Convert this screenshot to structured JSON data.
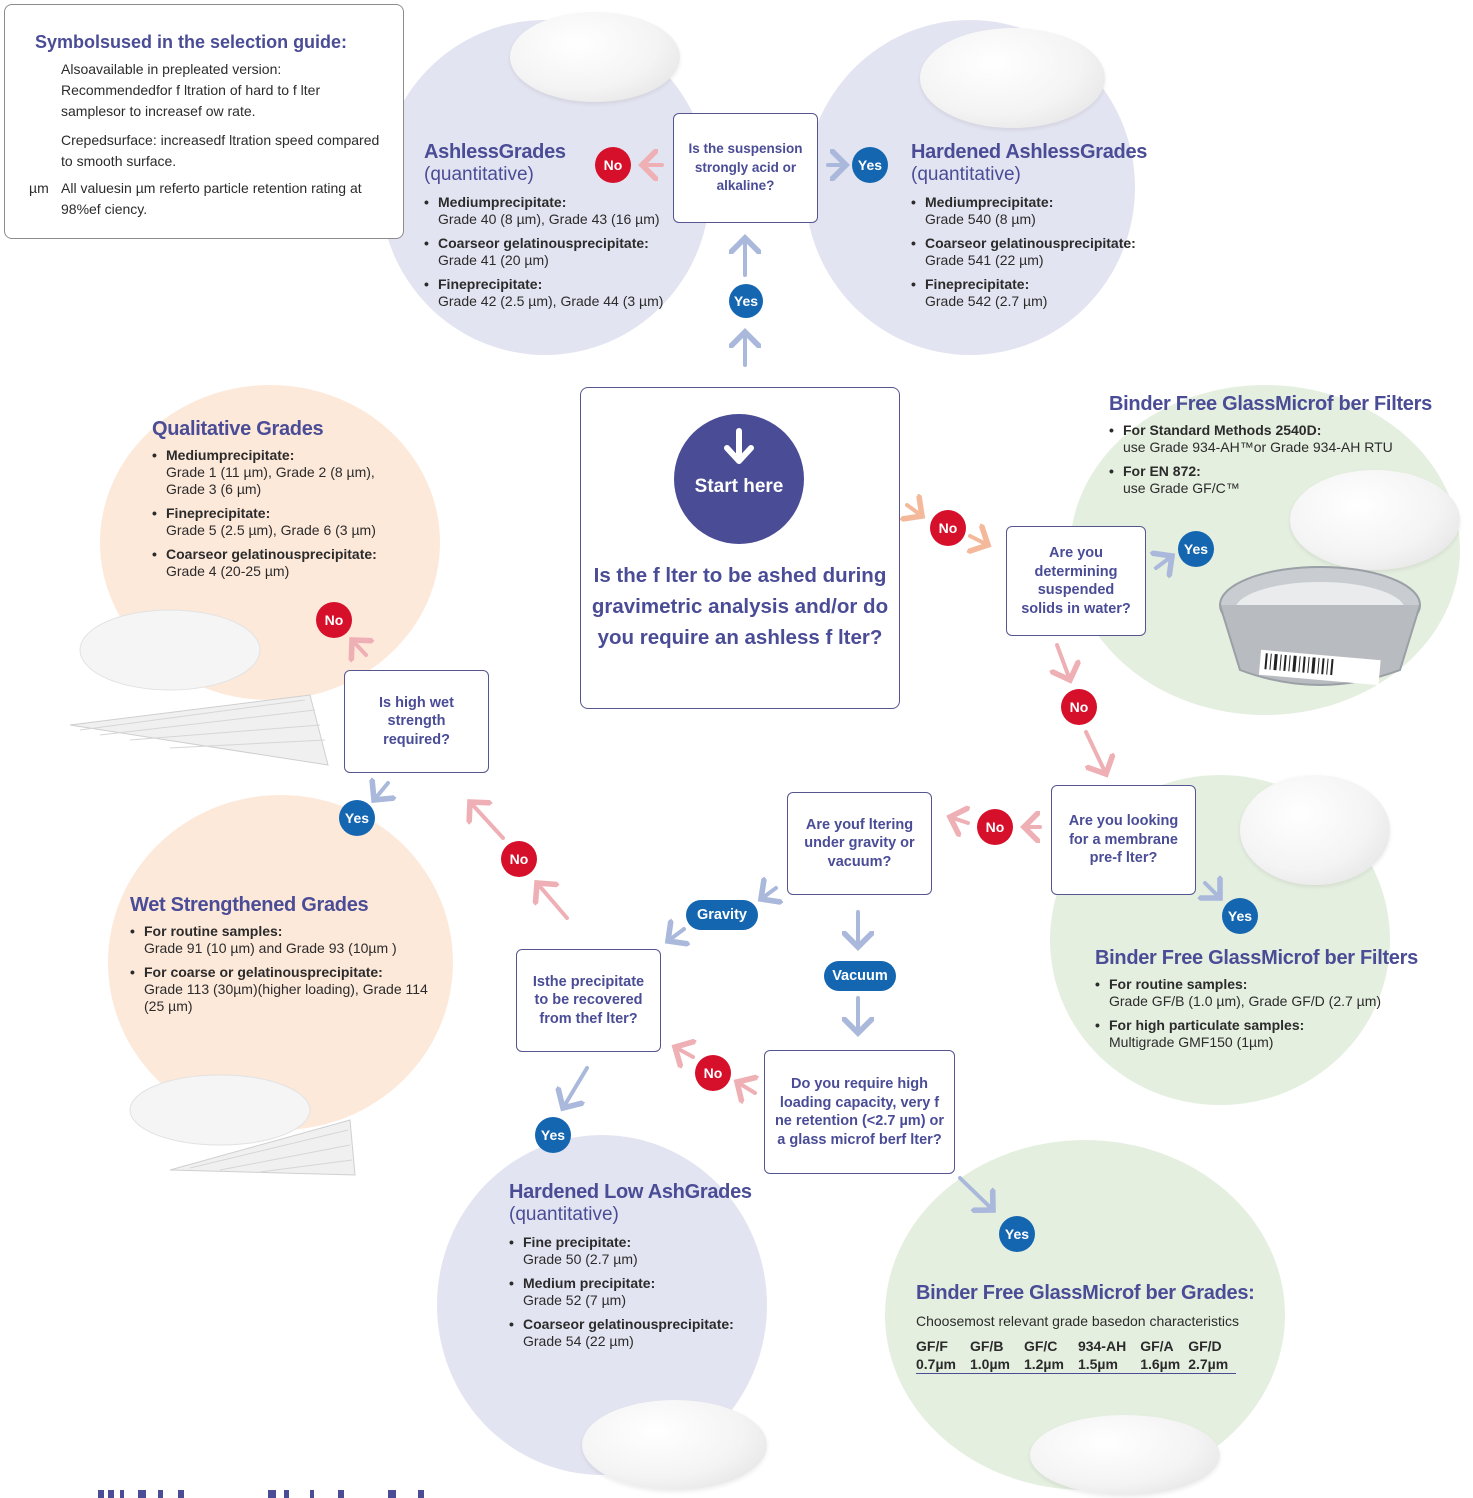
{
  "legend": {
    "title": "Symbolsused in the selection guide:",
    "line1": "Alsoavailable in prepleated version: Recommendedfor f ltration of hard to f lter samplesor to increasef ow rate.",
    "line2": "Crepedsurface: increasedf ltration speed compared to smooth surface.",
    "mu_symbol": "µm",
    "line3": "All valuesin µm referto particle retention rating at 98%ef ciency."
  },
  "start": {
    "label": "Start here",
    "question": "Is the f lter to be ashed during gravimetric analysis and/or do you require an ashless f lter?"
  },
  "questions": {
    "q_suspension": "Is the suspension strongly acid or alkaline?",
    "q_suspended_solids": "Are you determining suspended solids in water?",
    "q_membrane": "Are you looking for a membrane pre-f lter?",
    "q_gravity_vacuum": "Are youf ltering under gravity or vacuum?",
    "q_recovered": "Isthe precipitate to be recovered from thef lter?",
    "q_high_loading": "Do you require high loading capacity, very f ne retention (<2.7 µm) or a glass microf berf lter?",
    "q_wet_strength": "Is high wet strength required?"
  },
  "badges": {
    "yes": "Yes",
    "no": "No",
    "gravity": "Gravity",
    "vacuum": "Vacuum"
  },
  "groups": {
    "ashless": {
      "title": "AshlessGrades",
      "subtitle": "(quantitative)",
      "items": [
        {
          "h": "Mediumprecipitate:",
          "t": "Grade 40 (8 µm), Grade 43 (16 µm)"
        },
        {
          "h": "Coarseor gelatinousprecipitate:",
          "t": "Grade 41 (20 µm)"
        },
        {
          "h": "Fineprecipitate:",
          "t": "Grade 42 (2.5 µm), Grade 44 (3 µm)"
        }
      ]
    },
    "hardened_ashless": {
      "title": "Hardened AshlessGrades",
      "subtitle": "(quantitative)",
      "items": [
        {
          "h": "Mediumprecipitate:",
          "t": "Grade 540 (8 µm)"
        },
        {
          "h": "Coarseor gelatinousprecipitate:",
          "t": "Grade 541 (22 µm)"
        },
        {
          "h": "Fineprecipitate:",
          "t": "Grade 542 (2.7 µm)"
        }
      ]
    },
    "qualitative": {
      "title": "Qualitative Grades",
      "items": [
        {
          "h": "Mediumprecipitate:",
          "t": "Grade 1 (11 µm), Grade 2    (8 µm), Grade 3 (6 µm)"
        },
        {
          "h": "Fineprecipitate:",
          "t": "Grade 5    (2.5 µm), Grade 6 (3 µm)"
        },
        {
          "h": "Coarseor gelatinousprecipitate:",
          "t": "Grade 4 (20-25 µm)"
        }
      ]
    },
    "binder_free_top": {
      "title": "Binder Free GlassMicrof ber Filters",
      "items": [
        {
          "h": "For Standard Methods 2540D:",
          "t": "use Grade 934-AH™or  Grade 934-AH RTU"
        },
        {
          "h": "For EN 872:",
          "t": "use Grade GF/C™"
        }
      ]
    },
    "wet_strengthened": {
      "title": "Wet Strengthened Grades",
      "items": [
        {
          "h": "For routine samples:",
          "t": "Grade 91    (10 µm) and Grade 93 (10µm )"
        },
        {
          "h": "For coarse or gelatinousprecipitate:",
          "t": "Grade 113        (30µm)(higher loading), Grade 114    (25 µm)"
        }
      ]
    },
    "binder_free_mid": {
      "title": "Binder Free GlassMicrof ber Filters",
      "items": [
        {
          "h": "For routine samples:",
          "t": "Grade GF/B (1.0 µm), Grade GF/D (2.7 µm)"
        },
        {
          "h": "For high particulate samples:",
          "t": "Multigrade  GMF150 (1µm)"
        }
      ]
    },
    "hardened_low_ash": {
      "title": "Hardened Low AshGrades",
      "subtitle": "(quantitative)",
      "items": [
        {
          "h": "Fine precipitate:",
          "t": "Grade 50 (2.7 µm)"
        },
        {
          "h": "Medium precipitate:",
          "t": "Grade 52 (7 µm)"
        },
        {
          "h": "Coarseor gelatinousprecipitate:",
          "t": "Grade 54 (22 µm)"
        }
      ]
    },
    "binder_free_grades": {
      "title": "Binder Free GlassMicrof ber Grades:",
      "subtitle": "Choosemost relevant grade basedon characteristics",
      "grades": [
        {
          "name": "GF/F",
          "size": "0.7µm"
        },
        {
          "name": "GF/B",
          "size": "1.0µm"
        },
        {
          "name": "GF/C",
          "size": "1.2µm"
        },
        {
          "name": "934-AH",
          "size": "1.5µm"
        },
        {
          "name": "GF/A",
          "size": "1.6µm"
        },
        {
          "name": "GF/D",
          "size": "2.7µm"
        }
      ]
    }
  },
  "colors": {
    "navy": "#4a4c96",
    "red": "#d6102b",
    "blue": "#1466b0",
    "arrow_blue": "#a9b8db",
    "arrow_pink": "#efb0b5",
    "arrow_salmon": "#f3b99a"
  }
}
